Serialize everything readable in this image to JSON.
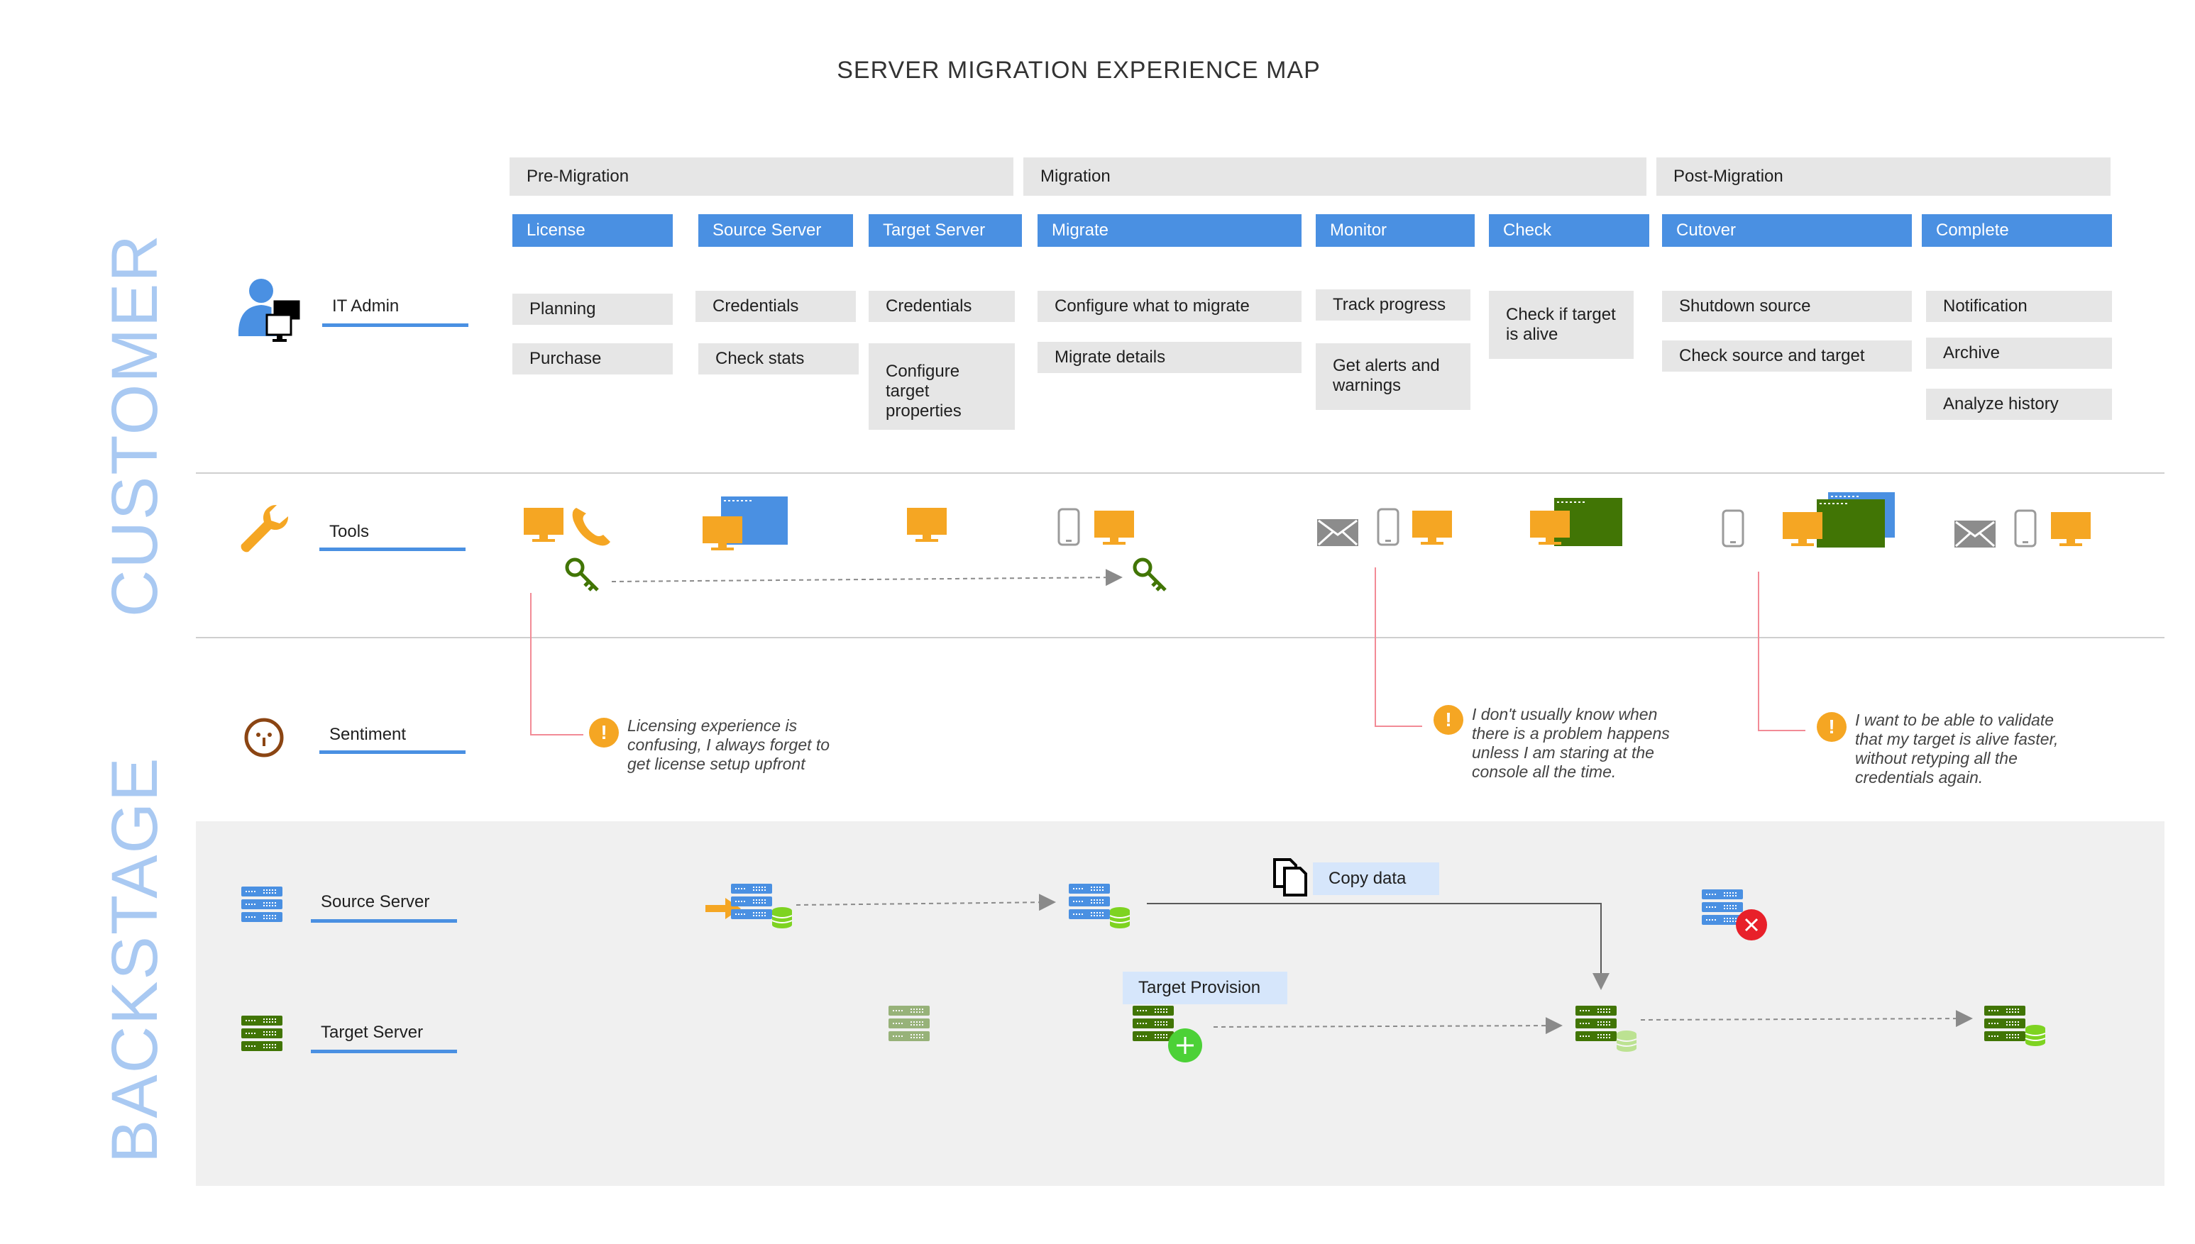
{
  "title": "SERVER MIGRATION EXPERIENCE MAP",
  "sections": {
    "customer": "CUSTOMER",
    "backstage": "BACKSTAGE"
  },
  "phases": [
    "Pre-Migration",
    "Migration",
    "Post-Migration"
  ],
  "stages": [
    "License",
    "Source Server",
    "Target Server",
    "Migrate",
    "Monitor",
    "Check",
    "Cutover",
    "Complete"
  ],
  "rows": {
    "it_admin": "IT Admin",
    "tools": "Tools",
    "sentiment": "Sentiment",
    "source_server": "Source Server",
    "target_server": "Target Server"
  },
  "tasks": {
    "license": [
      "Planning",
      "Purchase"
    ],
    "source_server": [
      "Credentials",
      "Check stats"
    ],
    "target_server": [
      "Credentials",
      "Configure target properties"
    ],
    "migrate": [
      "Configure what to migrate",
      "Migrate details"
    ],
    "monitor": [
      "Track progress",
      "Get alerts and warnings"
    ],
    "check": [
      "Check if target is alive"
    ],
    "cutover": [
      "Shutdown source",
      "Check source and target"
    ],
    "complete": [
      "Notification",
      "Archive",
      "Analyze history"
    ]
  },
  "quotes": [
    "Licensing experience is confusing, I always forget to get license setup upfront",
    "I don't usually know when there is a problem happens unless I am staring at the console all the time.",
    "I want to be able to validate that my target is alive faster, without retyping all the credentials again."
  ],
  "backstage_tags": {
    "copy_data": "Copy data",
    "target_provision": "Target Provision"
  },
  "colors": {
    "accent": "#4a90e2",
    "orange": "#f5a623",
    "green": "#417505",
    "red": "#e8202a",
    "section_label": "#a9c9f2"
  },
  "icons": [
    "user-computer-icon",
    "wrench-icon",
    "neutral-face-icon",
    "server-blue-icon",
    "server-green-icon",
    "key-icon",
    "monitor-icon",
    "phone-icon",
    "mobile-icon",
    "envelope-icon",
    "browser-window-icon",
    "copy-icon",
    "error-icon",
    "add-icon",
    "warning-icon"
  ]
}
